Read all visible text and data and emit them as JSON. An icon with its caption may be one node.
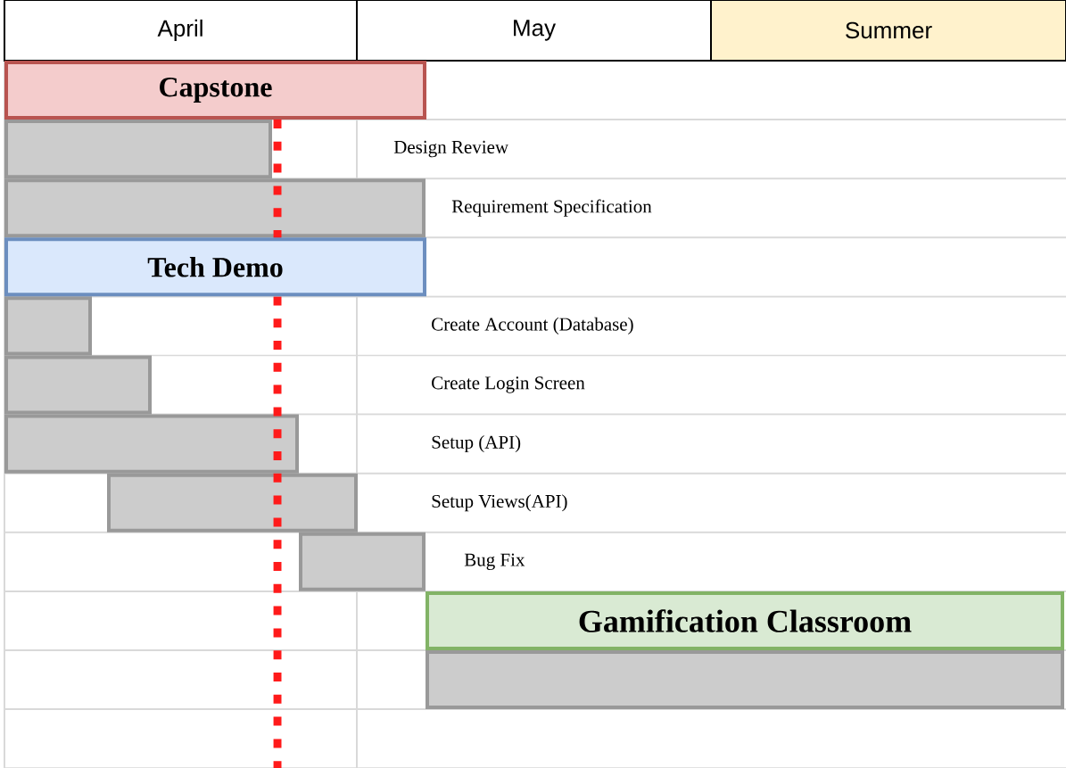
{
  "diagram": {
    "nodes": [
      {
        "text": [
          "April"
        ]
      },
      {
        "text": [
          "May"
        ]
      },
      {
        "text": [
          "Summer"
        ]
      },
      {
        "text": [
          "Capstone"
        ]
      },
      {
        "text": [],
        "shape": "bar"
      },
      {
        "text": [],
        "shape": "bar"
      },
      {
        "text": [
          "Tech Demo"
        ]
      },
      {
        "text": [],
        "shape": "bar"
      },
      {
        "text": [],
        "shape": "bar"
      },
      {
        "text": [],
        "shape": "bar"
      },
      {
        "text": [],
        "shape": "bar"
      },
      {
        "text": [],
        "shape": "bar"
      },
      {
        "text": [
          "Gamification Classroom"
        ]
      },
      {
        "text": [],
        "shape": "bar"
      }
    ],
    "edges": [],
    "labels": [
      "Design Review",
      "Requirement Specification",
      "Create Account (Database)",
      "Create Login Screen",
      "Setup (API)",
      "Setup Views(API)",
      "Bug Fix"
    ]
  }
}
